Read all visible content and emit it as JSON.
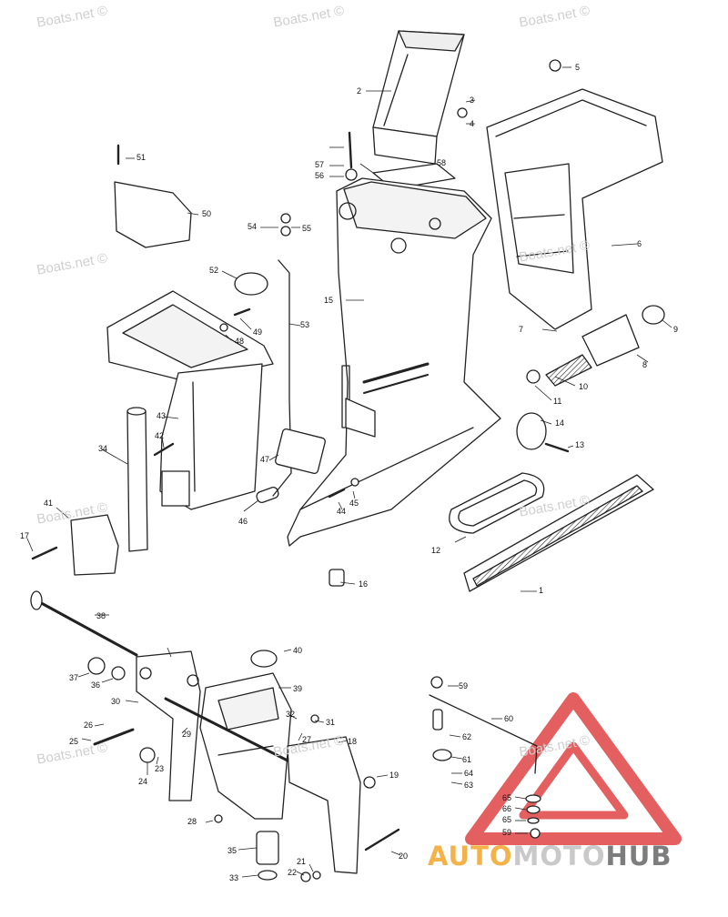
{
  "watermark": "Boats.net ©",
  "logo": {
    "part1": "AUTO",
    "part2": "MOTO",
    "part3": "HUB"
  },
  "colors": {
    "line": "#222222",
    "logo_red": "#e04545",
    "logo_orange": "#f4b34a",
    "logo_gray": "#7d7d7d",
    "watermark": "#cfcfcf"
  },
  "part_numbers": [
    "1",
    "2",
    "3",
    "4",
    "5",
    "6",
    "7",
    "8",
    "9",
    "10",
    "11",
    "12",
    "13",
    "14",
    "15",
    "16",
    "17",
    "18",
    "19",
    "20",
    "21",
    "22",
    "23",
    "24",
    "25",
    "26",
    "27",
    "28",
    "29",
    "30",
    "31",
    "32",
    "33",
    "34",
    "35",
    "36",
    "37",
    "38",
    "39",
    "40",
    "41",
    "42",
    "43",
    "44",
    "45",
    "46",
    "47",
    "48",
    "49",
    "50",
    "51",
    "52",
    "53",
    "54",
    "55",
    "56",
    "57",
    "58",
    "59",
    "60",
    "61",
    "62",
    "63",
    "64",
    "65",
    "66"
  ]
}
